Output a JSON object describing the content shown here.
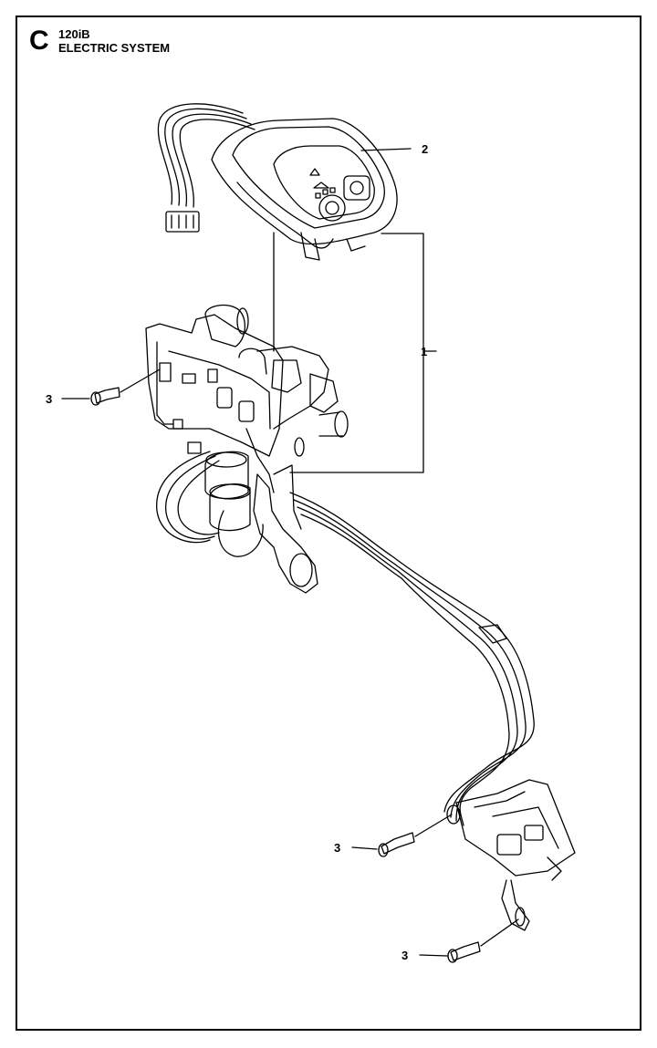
{
  "header": {
    "section_letter": "C",
    "model": "120iB",
    "title": "ELECTRIC SYSTEM"
  },
  "callouts": [
    {
      "id": "callout-1",
      "label": "1"
    },
    {
      "id": "callout-2",
      "label": "2"
    },
    {
      "id": "callout-3a",
      "label": "3"
    },
    {
      "id": "callout-3b",
      "label": "3"
    },
    {
      "id": "callout-3c",
      "label": "3"
    }
  ],
  "parts": [
    {
      "number": "1",
      "name": "control-board-assembly"
    },
    {
      "number": "2",
      "name": "keypad-control-panel"
    },
    {
      "number": "3",
      "name": "screw"
    }
  ]
}
